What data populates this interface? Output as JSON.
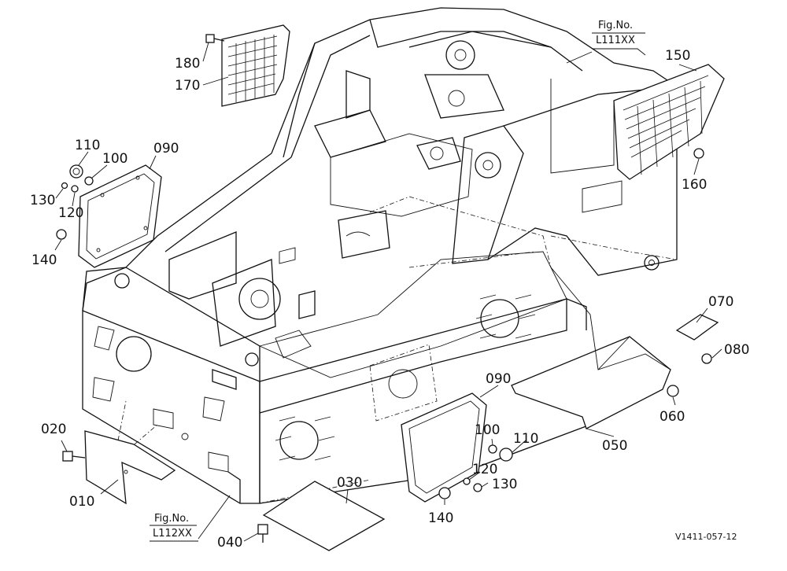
{
  "figure": {
    "fig_refs": [
      {
        "label": "Fig.No.",
        "code": "L111XX"
      },
      {
        "label": "Fig.No.",
        "code": "L112XX"
      }
    ],
    "drawing_code": "V1411-057-12",
    "callouts": [
      "180",
      "170",
      "150",
      "110",
      "100",
      "090",
      "130",
      "120",
      "140",
      "160",
      "070",
      "080",
      "090",
      "060",
      "100",
      "110",
      "020",
      "050",
      "120",
      "130",
      "030",
      "010",
      "140",
      "040"
    ]
  }
}
